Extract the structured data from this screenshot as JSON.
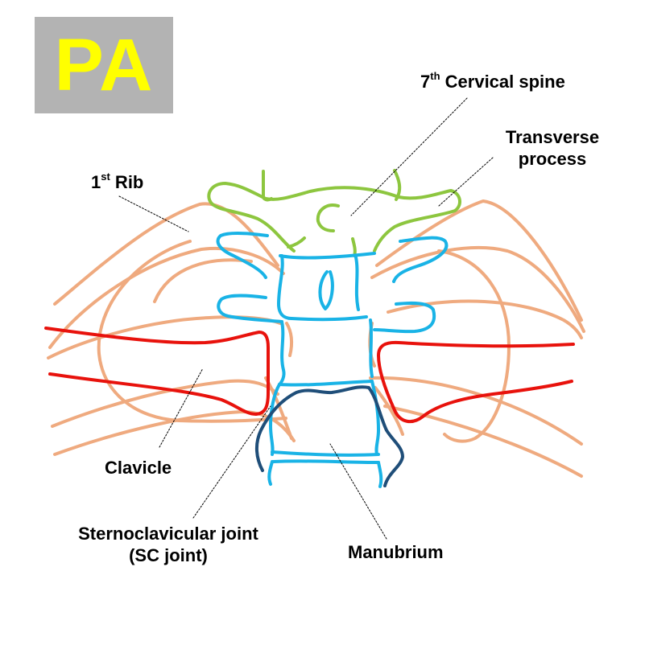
{
  "badge": {
    "label": "PA"
  },
  "labels": {
    "cervical_spine": {
      "num": "7",
      "sup": "th",
      "text": " Cervical spine"
    },
    "transverse_process": {
      "line1": "Transverse",
      "line2": "process"
    },
    "first_rib": {
      "num": "1",
      "sup": "st",
      "text": " Rib"
    },
    "clavicle": "Clavicle",
    "sc_joint": {
      "line1": "Sternoclavicular joint",
      "line2": "(SC joint)"
    },
    "manubrium": "Manubrium"
  },
  "colors": {
    "badge_bg": "#B3B3B3",
    "badge_text": "#FFFF00",
    "rib": "#EFAA7F",
    "vertebra": "#19B3E6",
    "manubrium": "#1F4E79",
    "clavicle": "#E8120C",
    "cervical": "#8DC63F",
    "leader": "#000000"
  }
}
